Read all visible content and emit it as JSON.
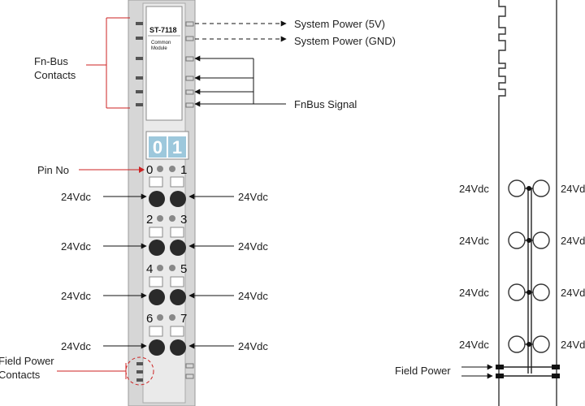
{
  "module": {
    "model": "ST-7118",
    "subtitle_line1": "Common",
    "subtitle_line2": "Module",
    "display": [
      "0",
      "1"
    ]
  },
  "labels": {
    "system_power_5v": "System Power (5V)",
    "system_power_gnd": "System Power (GND)",
    "fnbus_contacts_line1": "Fn-Bus",
    "fnbus_contacts_line2": "Contacts",
    "fnbus_signal": "FnBus Signal",
    "pin_no": "Pin No",
    "field_power_contacts_line1": "Field Power",
    "field_power_contacts_line2": "Contacts",
    "field_power": "Field Power"
  },
  "pins": [
    "0",
    "1",
    "2",
    "3",
    "4",
    "5",
    "6",
    "7"
  ],
  "voltage_label": "24Vdc",
  "colors": {
    "callout_red": "#cc2222",
    "display_blue": "#9dc8dc",
    "module_gray": "#d4d4d4"
  }
}
